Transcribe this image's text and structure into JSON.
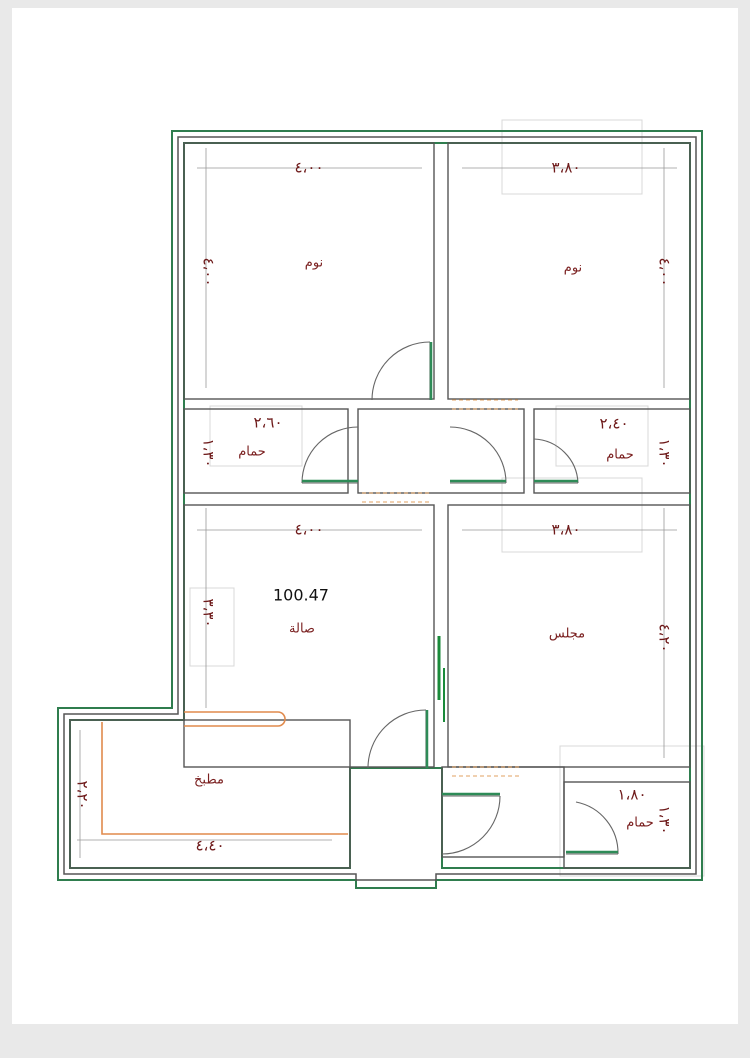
{
  "plan": {
    "area_total": "100.47",
    "rooms": {
      "bedroom_left": "نوم",
      "bedroom_right": "نوم",
      "bath_left": "حمام",
      "bath_right": "حمام",
      "bath_bottom": "حمام",
      "hall": "صالة",
      "majlis": "مجلس",
      "kitchen": "مطبخ"
    },
    "dimensions": {
      "bed_left_width": "٤،٠٠",
      "bed_left_depth": "٤،٠٠",
      "bed_right_width": "٣،٨٠",
      "bed_right_depth": "٤،٠٠",
      "bath_left_width": "٢،٦٠",
      "bath_left_depth": "١،٣٠",
      "bath_right_width": "٢،٤٠",
      "bath_right_depth": "١،٣٠",
      "hall_width": "٤،٠٠",
      "hall_depth": "٣،٣٠",
      "majlis_width": "٣،٨٠",
      "majlis_depth": "٤،٢٠",
      "kitchen_width": "٤،٤٠",
      "kitchen_depth": "٢،٢٠",
      "bath_bottom_width": "١،٨٠",
      "bath_bottom_depth": "١،٣٠"
    },
    "colors": {
      "wall_outer": "#2f7d4e",
      "wall_inner": "#555555",
      "door": "#666666",
      "door_frame": "#2e8b57",
      "kitchen_counter": "#e08a4c",
      "divider": "#1a8a3a",
      "room_label": "#7a1f1f"
    }
  }
}
